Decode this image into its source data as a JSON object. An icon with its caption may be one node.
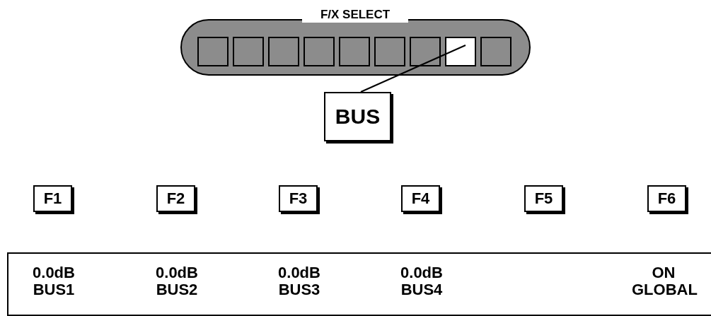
{
  "diagram": {
    "nodes": [
      {
        "text": [
          "F/X SELECT"
        ]
      },
      {
        "text": [],
        "shape": "box",
        "in": 0
      },
      {
        "text": [],
        "shape": "box",
        "in": 0
      },
      {
        "text": [],
        "shape": "box",
        "in": 0
      },
      {
        "text": [],
        "shape": "box",
        "in": 0
      },
      {
        "text": [],
        "shape": "box",
        "in": 0
      },
      {
        "text": [],
        "shape": "box",
        "in": 0
      },
      {
        "text": [],
        "shape": "box",
        "in": 0
      },
      {
        "text": [],
        "shape": "box",
        "in": 0
      },
      {
        "text": [],
        "shape": "box",
        "in": 0
      },
      {
        "text": [
          "BUS"
        ]
      },
      {
        "text": [
          "F1"
        ]
      },
      {
        "text": [
          "F2"
        ]
      },
      {
        "text": [
          "F3"
        ]
      },
      {
        "text": [
          "F4"
        ]
      },
      {
        "text": [
          "F5"
        ]
      },
      {
        "text": [
          "F6"
        ]
      },
      {
        "text": [
          "0.0dB BUS1",
          "0.0dB BUS2",
          "0.0dB BUS3",
          "0.0dB BUS4",
          "ON GLOBAL"
        ]
      }
    ],
    "edges": [
      {
        "from": 10,
        "to": 8,
        "arrow": "none"
      }
    ]
  }
}
